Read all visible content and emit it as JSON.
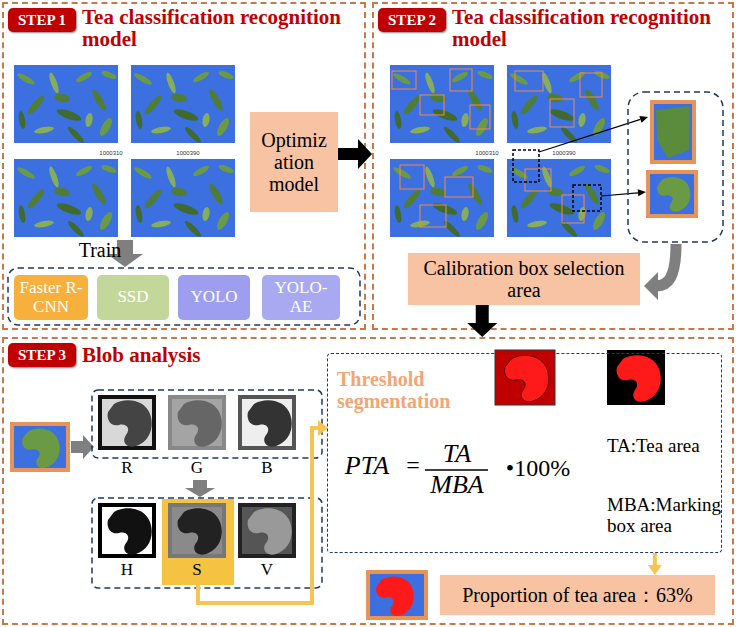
{
  "diagram": {
    "nodes": [
      {
        "text": [
          "STEP 1",
          "Tea classification recognition model"
        ]
      },
      {
        "text": [
          "Optimiz ation model"
        ],
        "in": 0
      },
      {
        "text": [
          "Faster R-CNN"
        ],
        "in": 0
      },
      {
        "text": [
          "SSD"
        ],
        "in": 0
      },
      {
        "text": [
          "YOLO"
        ],
        "in": 0
      },
      {
        "text": [
          "YOLO- AE"
        ],
        "in": 0
      },
      {
        "text": [
          "STEP 2",
          "Tea classification recognition model"
        ]
      },
      {
        "text": [
          "Calibration box selection area"
        ],
        "in": 6
      },
      {
        "text": [
          "STEP 3",
          "Blob analysis"
        ]
      },
      {
        "text": [
          "Threshold segmentation",
          "PTA",
          "=",
          "TA",
          "MBA",
          "•100%",
          "TA:Tea area",
          "MBA:Marking box area"
        ],
        "in": 8
      },
      {
        "text": [
          "Proportion of tea area：63%"
        ],
        "in": 8
      }
    ],
    "edges": [
      {
        "from": 1,
        "to": 6,
        "arrow": "to"
      },
      {
        "from": 7,
        "to": 8,
        "arrow": "to"
      },
      {
        "from": 9,
        "to": 10,
        "arrow": "to"
      }
    ],
    "labels": [
      "1000310",
      "1000390",
      "Train",
      "1000310",
      "1000390",
      "R",
      "G",
      "B",
      "H",
      "S",
      "V"
    ]
  }
}
